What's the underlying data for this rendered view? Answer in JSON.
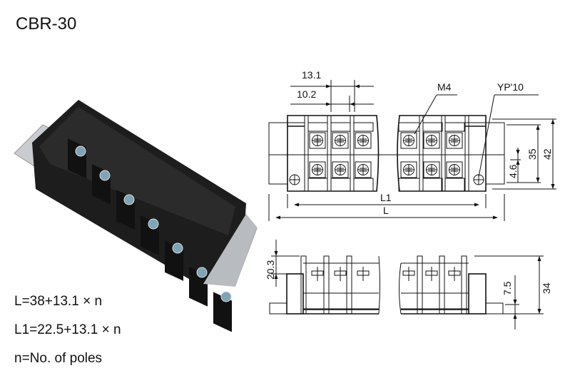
{
  "title": "CBR-30",
  "formulas": {
    "L": "L=38+13.1 × n",
    "L1": "L1=22.5+13.1 × n",
    "n": "n=No. of poles"
  },
  "dimensions": {
    "pitch": "13.1",
    "width": "10.2",
    "screw": "M4",
    "mount_screw": "YP'10",
    "rail_width": "35",
    "overall_height": "42",
    "offset": "4.6",
    "L1": "L1",
    "L": "L",
    "barrier_height": "20.3",
    "base_height": "7.5",
    "total_height": "34"
  }
}
